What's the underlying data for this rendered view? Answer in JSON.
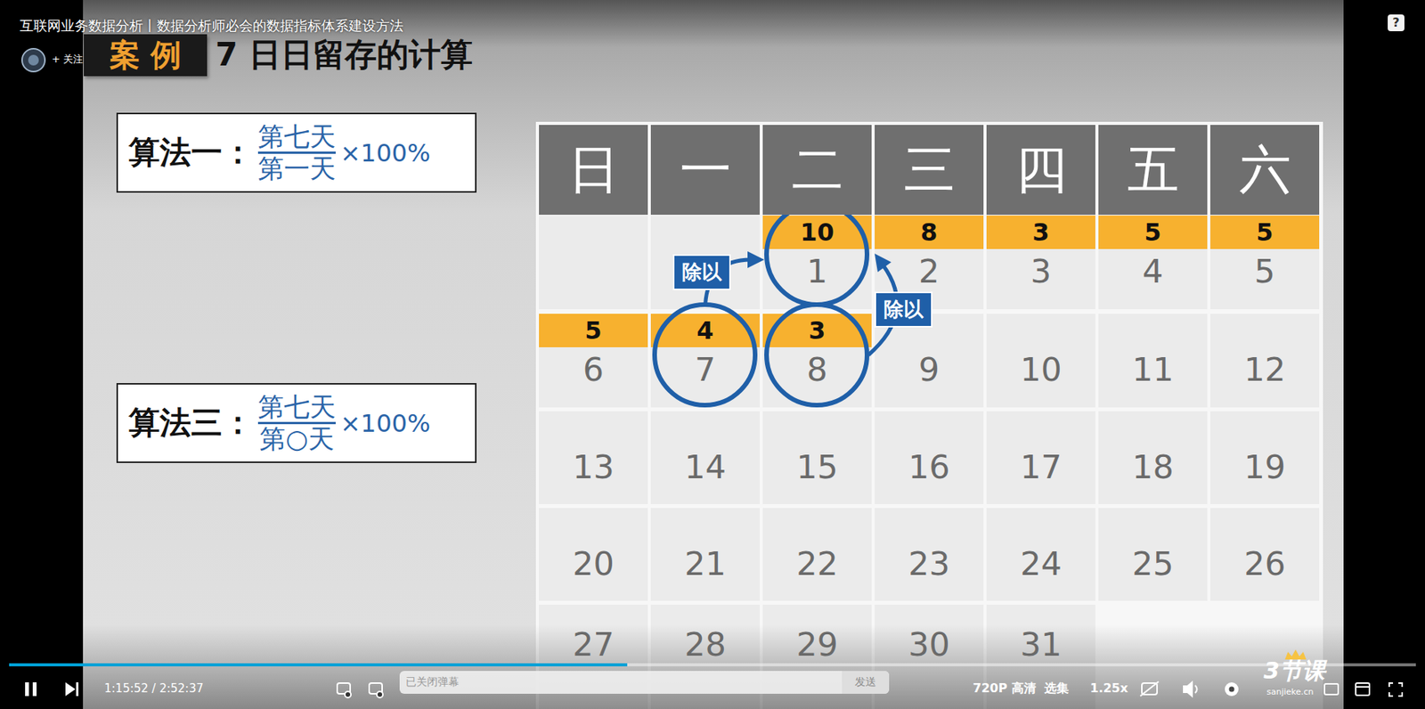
{
  "diagram": {
    "title": "7 日日留存的计算",
    "nodes": [
      {
        "text": [
          "案 例"
        ]
      },
      {
        "text": [
          "算法一：",
          "第七天",
          "第一天",
          "×100%"
        ]
      },
      {
        "text": [
          "算法三：",
          "第七天",
          "第○天",
          "×100%"
        ]
      },
      {
        "text": [
          "日"
        ]
      },
      {
        "text": [
          "一"
        ]
      },
      {
        "text": [
          "二"
        ]
      },
      {
        "text": [
          "三"
        ]
      },
      {
        "text": [
          "四"
        ]
      },
      {
        "text": [
          "五"
        ]
      },
      {
        "text": [
          "六"
        ]
      },
      {
        "text": [
          "1"
        ]
      },
      {
        "text": [
          "10"
        ],
        "in": 10
      },
      {
        "text": [
          "2"
        ]
      },
      {
        "text": [
          "8"
        ],
        "in": 12
      },
      {
        "text": [
          "3"
        ]
      },
      {
        "text": [
          "3"
        ],
        "in": 14
      },
      {
        "text": [
          "4"
        ]
      },
      {
        "text": [
          "5"
        ],
        "in": 16
      },
      {
        "text": [
          "5"
        ]
      },
      {
        "text": [
          "5"
        ],
        "in": 18
      },
      {
        "text": [
          "6"
        ]
      },
      {
        "text": [
          "5"
        ],
        "in": 20
      },
      {
        "text": [
          "7"
        ]
      },
      {
        "text": [
          "4"
        ],
        "in": 22
      },
      {
        "text": [
          "8"
        ]
      },
      {
        "text": [
          "3"
        ],
        "in": 24
      },
      {
        "text": [
          "9"
        ]
      },
      {
        "text": [
          "10"
        ]
      },
      {
        "text": [
          "11"
        ]
      },
      {
        "text": [
          "12"
        ]
      },
      {
        "text": [
          "13"
        ]
      },
      {
        "text": [
          "14"
        ]
      },
      {
        "text": [
          "15"
        ]
      },
      {
        "text": [
          "16"
        ]
      },
      {
        "text": [
          "17"
        ]
      },
      {
        "text": [
          "18"
        ]
      },
      {
        "text": [
          "19"
        ]
      },
      {
        "text": [
          "20"
        ]
      },
      {
        "text": [
          "21"
        ]
      },
      {
        "text": [
          "22"
        ]
      },
      {
        "text": [
          "23"
        ]
      },
      {
        "text": [
          "24"
        ]
      },
      {
        "text": [
          "25"
        ]
      },
      {
        "text": [
          "26"
        ]
      },
      {
        "text": [
          "27"
        ]
      },
      {
        "text": [
          "28"
        ]
      },
      {
        "text": [
          "29"
        ]
      },
      {
        "text": [
          "30"
        ]
      },
      {
        "text": [
          "31"
        ]
      },
      {
        "text": [
          "已关闭弹幕"
        ]
      },
      {
        "text": [
          "发送"
        ],
        "in": 49
      },
      {
        "text": [
          "?"
        ]
      }
    ],
    "edges": [
      {
        "from": 22,
        "to": 10,
        "label": "除以",
        "arrow": "to"
      },
      {
        "from": 24,
        "to": 10,
        "label": "除以",
        "arrow": "to"
      }
    ],
    "labels": [
      "互联网业务数据分析丨数据分析师必会的数据指标体系建设方法",
      "+ 关注",
      "1:15:52 / 2:52:37",
      "720P 高清",
      "选集",
      "1.25x",
      "3节课",
      "sanjieke.cn"
    ]
  }
}
